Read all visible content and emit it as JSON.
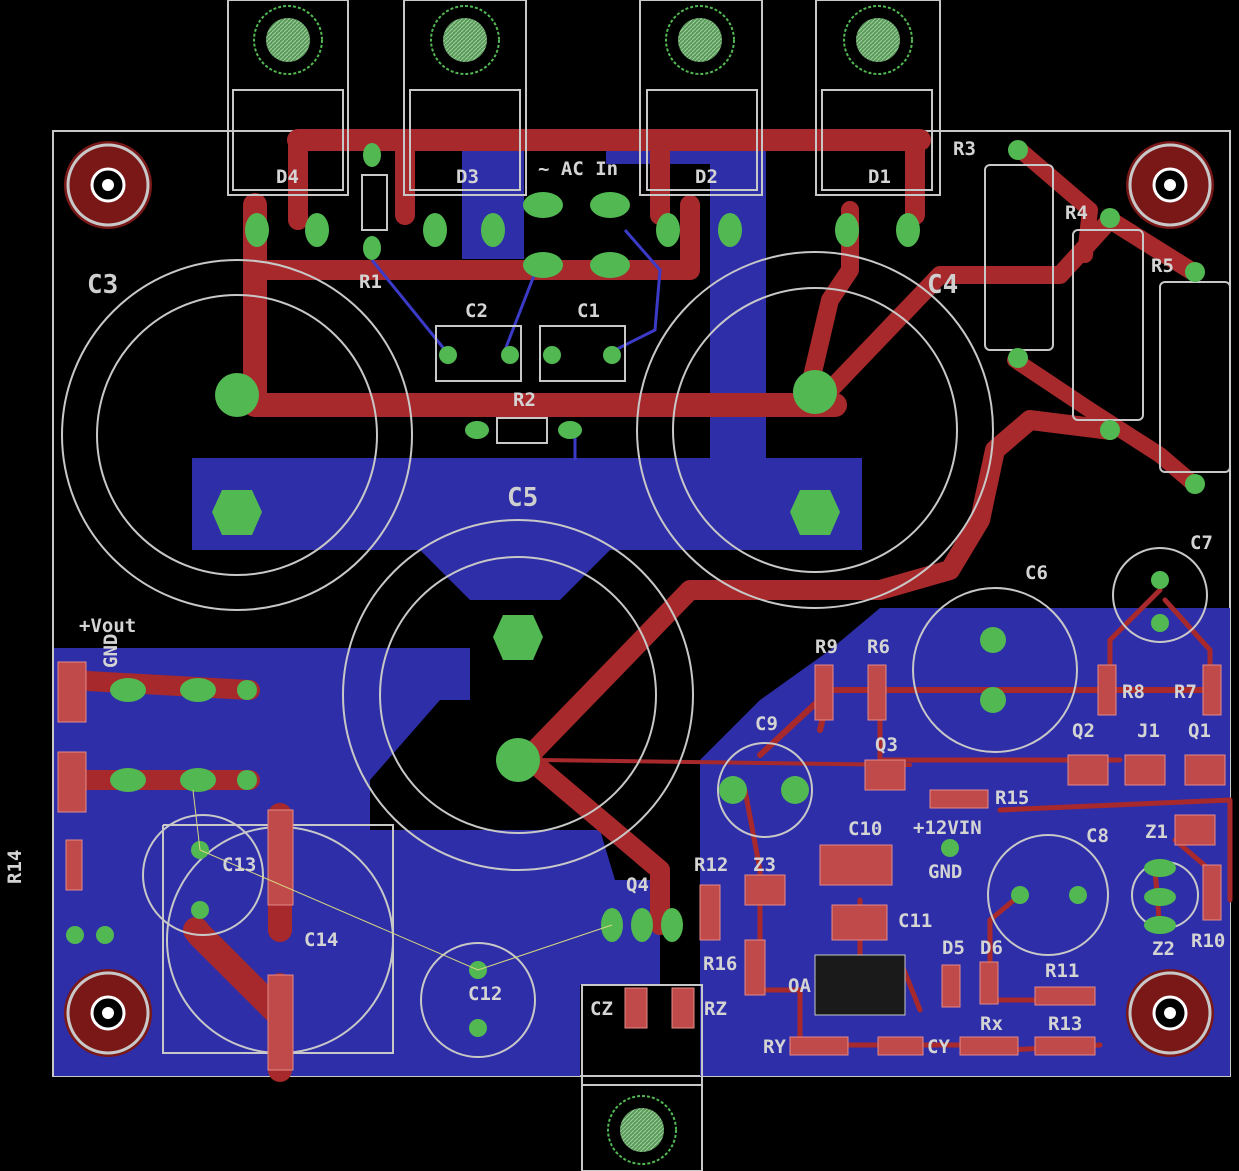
{
  "labels": {
    "D4": "D4",
    "D3": "D3",
    "D2": "D2",
    "D1": "D1",
    "R1": "R1",
    "ac_in": "~ AC In",
    "C2": "C2",
    "C1": "C1",
    "C3": "C3",
    "C4": "C4",
    "C5": "C5",
    "R2": "R2",
    "R3": "R3",
    "R4": "R4",
    "R5": "R5",
    "C6": "C6",
    "C7": "C7",
    "R9": "R9",
    "R6": "R6",
    "R8": "R8",
    "R7": "R7",
    "Q2": "Q2",
    "J1": "J1",
    "Q1": "Q1",
    "C9": "C9",
    "Q3": "Q3",
    "R15": "R15",
    "C10": "C10",
    "vin": "+12VIN",
    "gnd2": "GND",
    "C8": "C8",
    "Z1": "Z1",
    "Z2": "Z2",
    "R10": "R10",
    "R12": "R12",
    "Z3": "Z3",
    "C11": "C11",
    "Q4": "Q4",
    "R16": "R16",
    "D5": "D5",
    "D6": "D6",
    "R11": "R11",
    "OA": "OA",
    "CZ": "CZ",
    "RZ": "RZ",
    "Rx": "Rx",
    "R13": "R13",
    "RY": "RY",
    "CY": "CY",
    "vout": "+Vout",
    "gnd1": "GND",
    "R14": "R14",
    "C13": "C13",
    "C14": "C14",
    "C12": "C12"
  },
  "colors": {
    "background": "#000000",
    "top_copper": "#a8292c",
    "bottom_copper": "#2e2ea8",
    "pad": "#52b852",
    "outline": "#c8c8c8",
    "text": "#d4d4d4"
  }
}
